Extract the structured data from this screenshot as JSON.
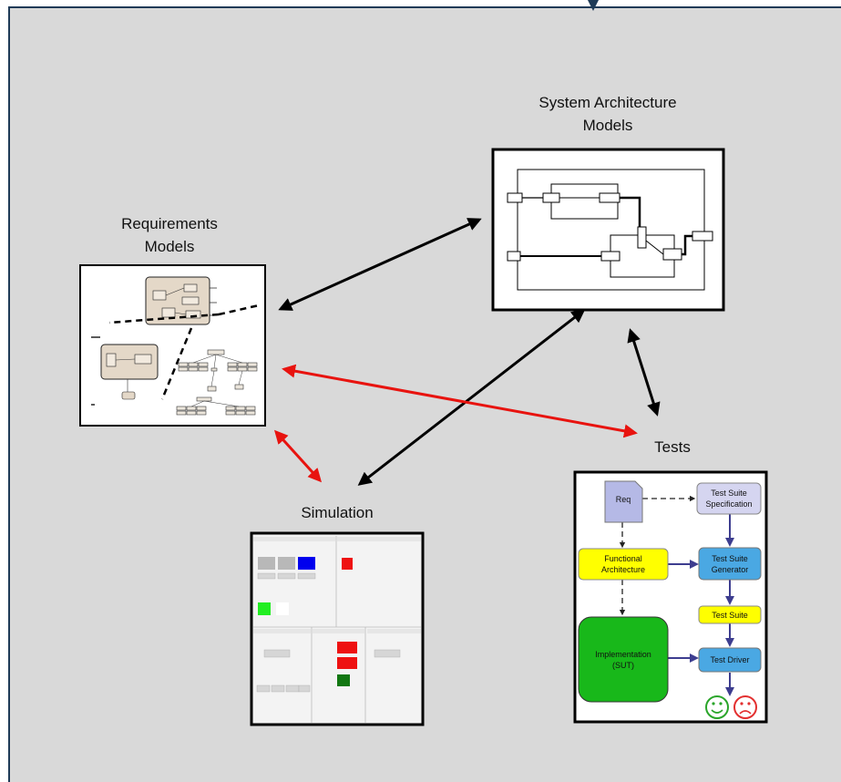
{
  "labels": {
    "system_architecture": [
      "System Architecture",
      "Models"
    ],
    "requirements": [
      "Requirements",
      "Models"
    ],
    "simulation": "Simulation",
    "tests": "Tests"
  },
  "tests_flow": {
    "req": "Req",
    "test_suite_spec": [
      "Test Suite",
      "Specification"
    ],
    "functional_arch": [
      "Functional",
      "Architecture"
    ],
    "test_suite_gen": [
      "Test Suite",
      "Generator"
    ],
    "test_suite": "Test Suite",
    "implementation": [
      "Implementation",
      "(SUT)"
    ],
    "test_driver": "Test Driver"
  },
  "colors": {
    "background": "#d9d9d9",
    "frame": "#1f3b57",
    "arrow_black": "#000000",
    "arrow_red": "#e8130f",
    "flow_arrow": "#3d3d8f",
    "box_blue": "#4aa8e3",
    "box_yellow": "#ffff00",
    "box_green": "#18b81a",
    "box_lavender": "#d5d5f0",
    "happy_face": "#2aa52a",
    "sad_face": "#e33030"
  }
}
